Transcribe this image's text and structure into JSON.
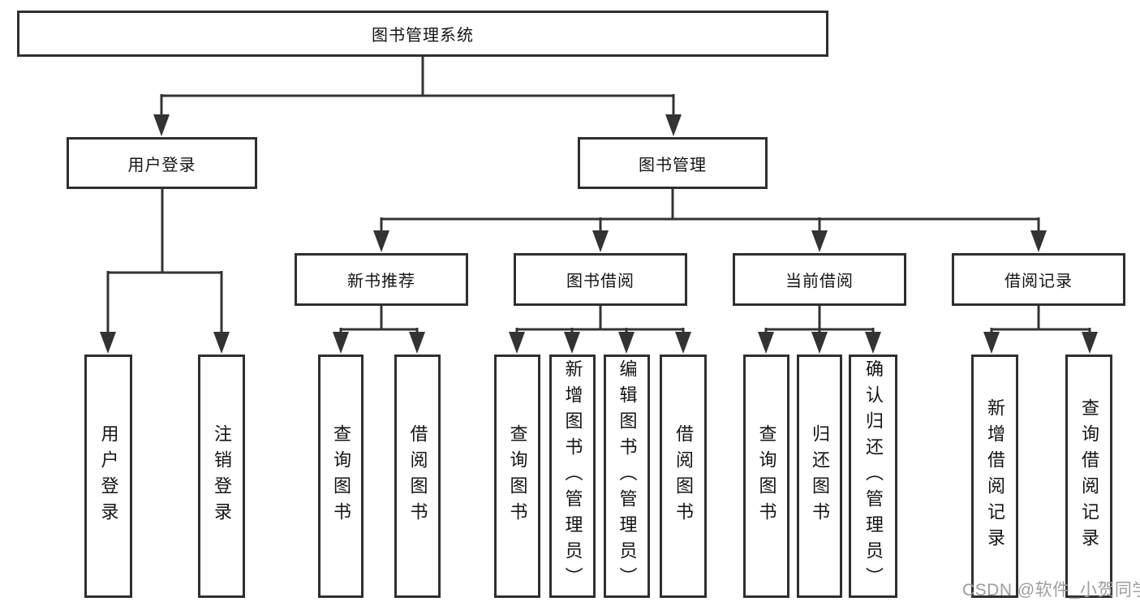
{
  "diagram": {
    "type": "tree",
    "root": {
      "label": "图书管理系统",
      "children": [
        {
          "label": "用户登录",
          "children": [
            {
              "label": "用户登录"
            },
            {
              "label": "注销登录"
            }
          ]
        },
        {
          "label": "图书管理",
          "children": [
            {
              "label": "新书推荐",
              "children": [
                {
                  "label": "查询图书"
                },
                {
                  "label": "借阅图书"
                }
              ]
            },
            {
              "label": "图书借阅",
              "children": [
                {
                  "label": "查询图书"
                },
                {
                  "label": "新增图书（管理员）"
                },
                {
                  "label": "编辑图书（管理员）"
                },
                {
                  "label": "借阅图书"
                }
              ]
            },
            {
              "label": "当前借阅",
              "children": [
                {
                  "label": "查询图书"
                },
                {
                  "label": "归还图书"
                },
                {
                  "label": "确认归还（管理员）"
                }
              ]
            },
            {
              "label": "借阅记录",
              "children": [
                {
                  "label": "新增借阅记录"
                },
                {
                  "label": "查询借阅记录"
                }
              ]
            }
          ]
        }
      ]
    }
  },
  "watermark": {
    "text": "CSDN @软件_小贺同学"
  },
  "colors": {
    "line": "#333333",
    "box_border": "#2f2f2f",
    "text": "#141414",
    "watermark": "#9d9d9d",
    "background": "#ffffff"
  }
}
